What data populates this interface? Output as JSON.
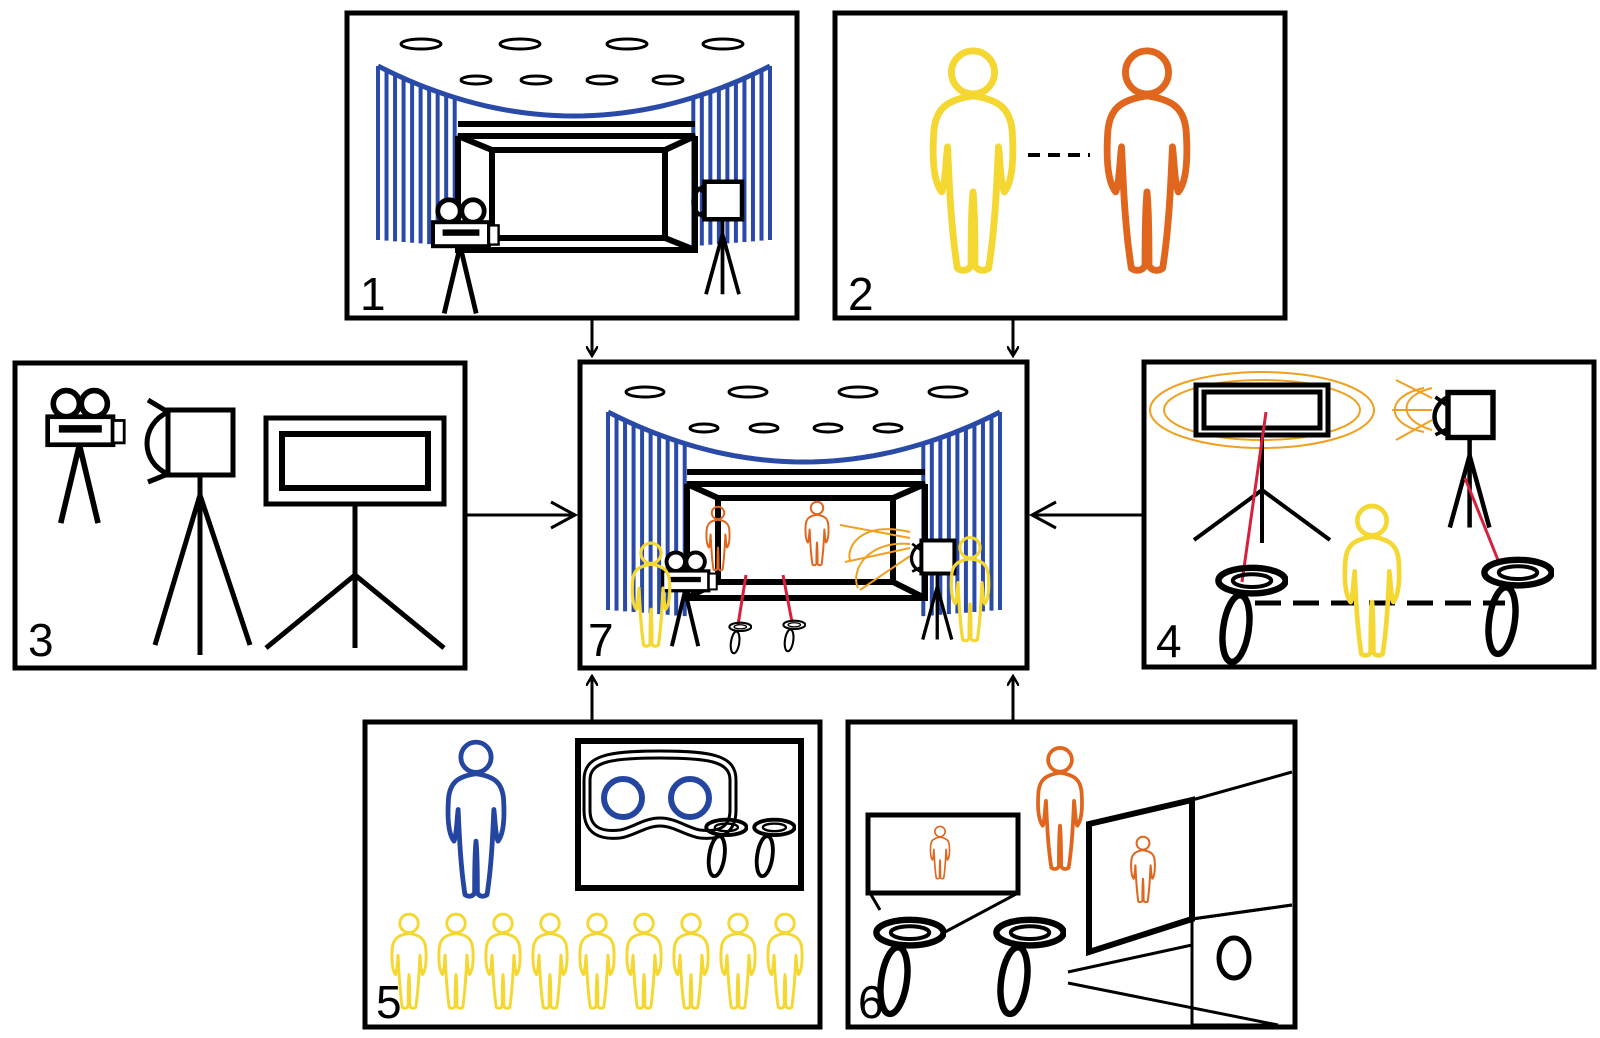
{
  "colors": {
    "black": "#000000",
    "curtain_blue": "#2a4aa8",
    "yellow": "#f5d732",
    "orange": "#e0661e",
    "light_orange": "#f0a020",
    "red": "#d8203c",
    "blue_person": "#2446a0"
  },
  "panels": [
    {
      "id": "1",
      "number": "1",
      "content": [
        "studio-stage",
        "curtains",
        "ceiling-lights",
        "film-camera",
        "spotlight"
      ]
    },
    {
      "id": "2",
      "number": "2",
      "content": [
        "yellow-person",
        "dashed-link",
        "orange-person"
      ]
    },
    {
      "id": "3",
      "number": "3",
      "content": [
        "film-camera",
        "spotlight",
        "screen-on-tripod"
      ]
    },
    {
      "id": "4",
      "number": "4",
      "content": [
        "glowing-screen",
        "spotlight",
        "vr-controllers",
        "yellow-person",
        "dashed-link"
      ]
    },
    {
      "id": "5",
      "number": "5",
      "content": [
        "blue-person",
        "vr-headset-box",
        "audience-row"
      ]
    },
    {
      "id": "6",
      "number": "6",
      "content": [
        "monitor",
        "orange-person",
        "projection-wall",
        "vr-controllers"
      ]
    },
    {
      "id": "7",
      "number": "7",
      "content": [
        "combined-studio-scene"
      ]
    }
  ],
  "arrows": [
    {
      "from": "1",
      "to": "7"
    },
    {
      "from": "2",
      "to": "7"
    },
    {
      "from": "3",
      "to": "7"
    },
    {
      "from": "4",
      "to": "7"
    },
    {
      "from": "5",
      "to": "7"
    },
    {
      "from": "6",
      "to": "7"
    }
  ],
  "audience_count": 9
}
